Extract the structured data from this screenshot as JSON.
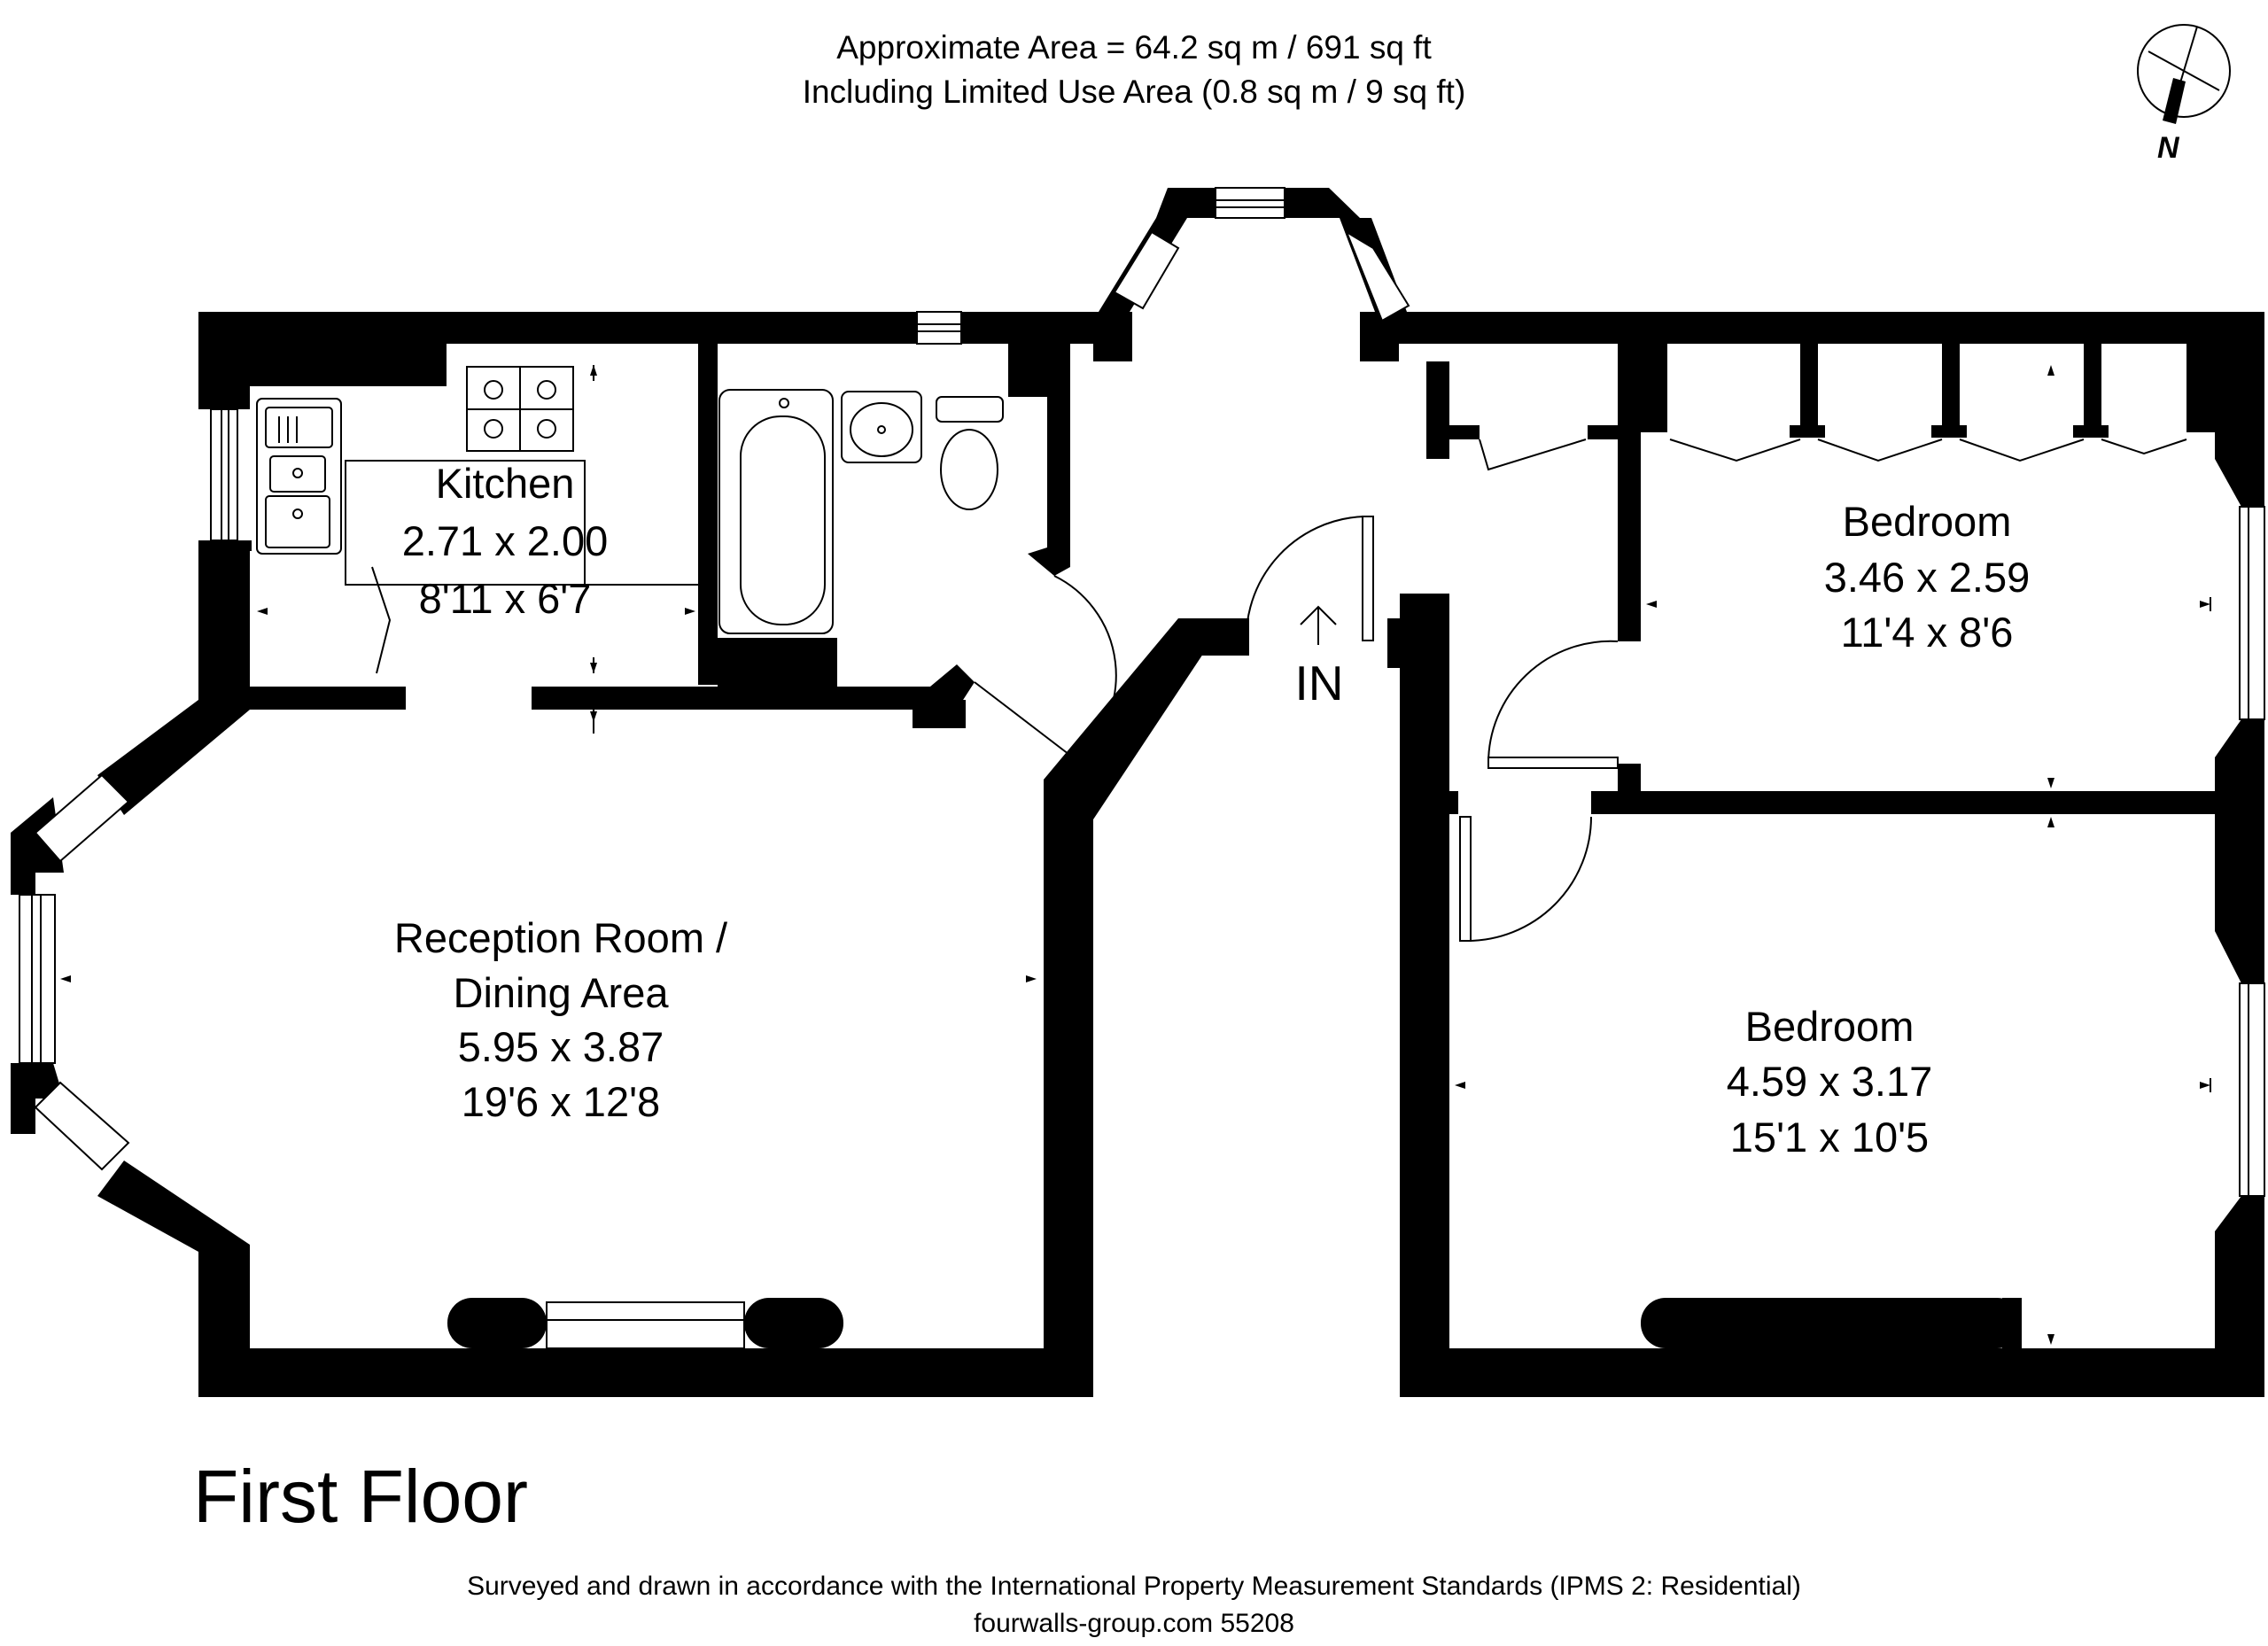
{
  "header": {
    "area_line": "Approximate  Area = 64.2 sq m / 691 sq ft",
    "limited_line": "Including Limited Use Area (0.8 sq m / 9 sq ft)"
  },
  "compass": {
    "label": "N"
  },
  "rooms": {
    "kitchen": {
      "name": "Kitchen",
      "metric": "2.71 x 2.00",
      "imperial": "8'11 x 6'7"
    },
    "reception": {
      "name_line1": "Reception Room /",
      "name_line2": "Dining Area",
      "metric": "5.95 x 3.87",
      "imperial": "19'6 x 12'8"
    },
    "bedroom_upper": {
      "name": "Bedroom",
      "metric": "3.46 x 2.59",
      "imperial": "11'4 x 8'6"
    },
    "bedroom_lower": {
      "name": "Bedroom",
      "metric": "4.59 x 3.17",
      "imperial": "15'1 x 10'5"
    }
  },
  "entrance": {
    "label": "IN"
  },
  "floor_label": "First Floor",
  "footer": {
    "standards_line": "Surveyed and drawn in accordance with the International Property Measurement Standards (IPMS 2: Residential)",
    "ref_line": "fourwalls-group.com 55208"
  }
}
